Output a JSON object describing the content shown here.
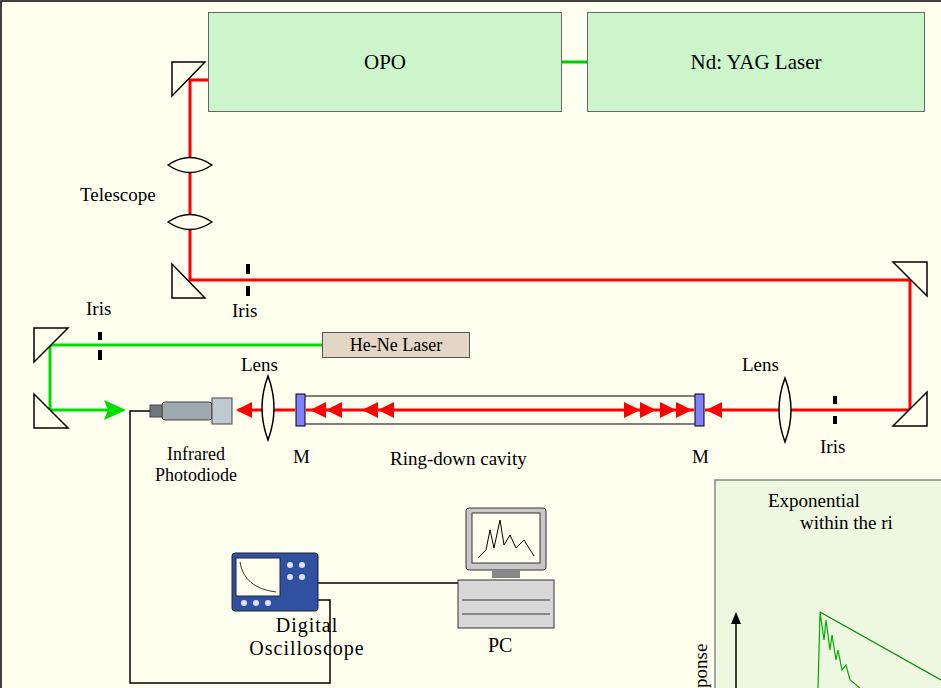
{
  "diagram": {
    "nodes": [
      {
        "text": [
          "OPO"
        ]
      },
      {
        "text": [
          "Nd: YAG Laser"
        ]
      },
      {
        "text": [
          "He-Ne Laser"
        ]
      }
    ],
    "edges": [
      {
        "from": 1,
        "to": 0,
        "arrow": "none"
      }
    ],
    "labels": [
      "Telescope",
      "Iris",
      "Iris",
      "Iris",
      "Lens",
      "Lens",
      "M",
      "M",
      "Ring-down cavity",
      "Infrared Photodiode",
      "Digital Oscilloscope",
      "PC",
      "Exponential",
      "within the ri",
      "ponse"
    ]
  }
}
